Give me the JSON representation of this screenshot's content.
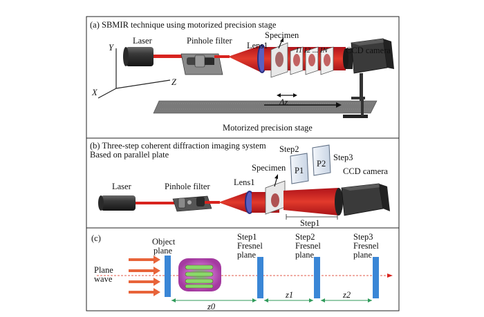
{
  "panels": {
    "a": {
      "title": "(a) SBMIR technique using motorized precision stage",
      "labels": {
        "laser": "Laser",
        "pinhole": "Pinhole filter",
        "lens": "Lens1",
        "specimen": "Specimen",
        "planes": "I1 I2 ... IN",
        "ccd": "CCD camera",
        "delta": "Δz",
        "stage": "Motorized precision stage",
        "axis_y": "Y",
        "axis_x": "X",
        "axis_z": "Z"
      }
    },
    "b": {
      "title": "(b) Three-step coherent diffraction imaging system",
      "subtitle": "Based on parallel plate",
      "labels": {
        "laser": "Laser",
        "pinhole": "Pinhole filter",
        "lens": "Lens1",
        "specimen": "Specimen",
        "step2": "Step2",
        "step3": "Step3",
        "p1": "P1",
        "p2": "P2",
        "ccd": "CCD camera",
        "step1": "Step1"
      }
    },
    "c": {
      "title": "(c)",
      "labels": {
        "object_plane_1": "Object",
        "object_plane_2": "plane",
        "step1_1": "Step1",
        "step1_2": "Fresnel",
        "step1_3": "plane",
        "step2_1": "Step2",
        "step2_2": "Fresnel",
        "step2_3": "plane",
        "step3_1": "Step3",
        "step3_2": "Fresnel",
        "step3_3": "plane",
        "plane_wave_1": "Plane",
        "plane_wave_2": "wave",
        "z0": "z0",
        "z1": "z1",
        "z2": "z2"
      }
    }
  },
  "colors": {
    "beam": "#d8231e",
    "plate": "#3a86d6",
    "arrow": "#e8643a",
    "lens": "#3b3f9a",
    "distance": "#2f9a5a"
  }
}
